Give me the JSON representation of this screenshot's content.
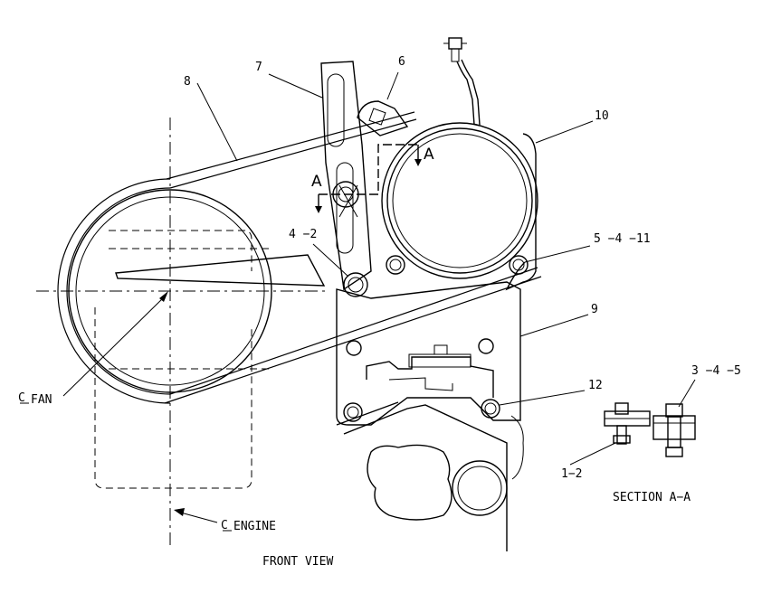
{
  "callouts": {
    "c7": "7",
    "c6": "6",
    "c8": "8",
    "c10": "10",
    "c4_2": "4 −2",
    "c5_4_11": "5 −4 −11",
    "c9": "9",
    "c12": "12",
    "c3_4_5": "3 −4 −5",
    "c1_2": "1−2"
  },
  "section_marks": {
    "left": "A",
    "right": "A"
  },
  "labels": {
    "cl_fan": "FAN",
    "cl_engine": "ENGINE",
    "section": "SECTION A−A",
    "front_view": "FRONT VIEW"
  }
}
